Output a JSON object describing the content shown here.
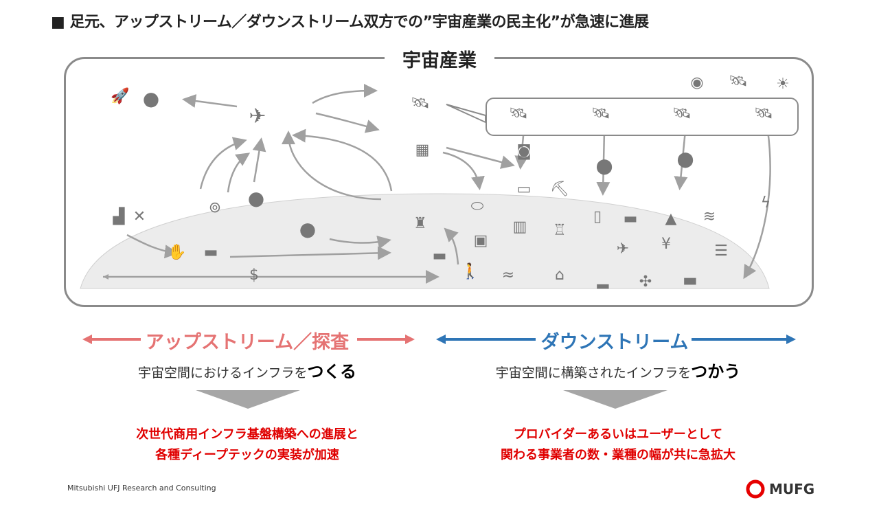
{
  "title": "■ 足元、アップストリーム／ダウンストリーム双方での”宇宙産業の民主化”が急速に進展",
  "diagram": {
    "label": "宇宙産業",
    "icons": [
      "rocket-icon",
      "planet-icon",
      "space-shuttle-icon",
      "satellite-icon",
      "space-station-icon",
      "telescope-icon",
      "sun-icon",
      "factory-icon",
      "tools-icon",
      "antenna-icon",
      "astronaut-icon",
      "handshake-icon",
      "truck-icon",
      "money-hand-icon",
      "launch-pad-icon",
      "car-icon",
      "walking-person-icon",
      "pill-icon",
      "chip-icon",
      "tv-icon",
      "excavator-icon",
      "building-icon",
      "oil-rig-icon",
      "smartphone-icon",
      "map-pin-icon",
      "wifi-icon",
      "lightning-icon",
      "airplane-icon",
      "money-bag-icon",
      "mountain-icon",
      "fishery-icon",
      "store-icon",
      "ship-icon",
      "drone-icon",
      "cargo-ship-icon",
      "server-icon",
      "image-icon"
    ]
  },
  "upstream": {
    "title": "アップストリーム／探査",
    "desc": "宇宙空間におけるインフラを",
    "desc_bold": "つくる",
    "result_line1": "次世代商用インフラ基盤構築への進展と",
    "result_line2": "各種ディープテックの実装が加速",
    "color": "#e57373"
  },
  "downstream": {
    "title": "ダウンストリーム",
    "desc": "宇宙空間に構築されたインフラを",
    "desc_bold": "つかう",
    "result_line1": "プロバイダーあるいはユーザーとして",
    "result_line2": "関わる事業者の数・業種の幅が共に急拡大",
    "color": "#2e75b6"
  },
  "footer": "Mitsubishi UFJ Research and Consulting",
  "logo": "MUFG"
}
